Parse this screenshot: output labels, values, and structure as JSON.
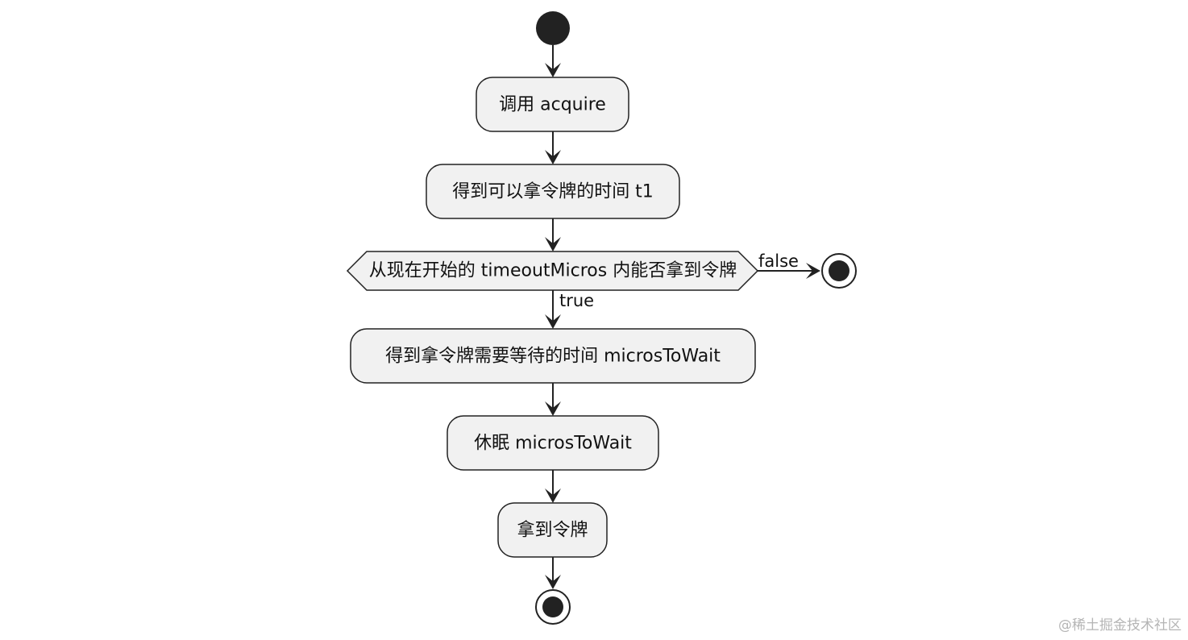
{
  "diagram": {
    "nodes": {
      "start": {
        "kind": "start"
      },
      "call_acquire": {
        "kind": "action",
        "label": "调用 acquire"
      },
      "get_time_t1": {
        "kind": "action",
        "label": "得到可以拿令牌的时间 t1"
      },
      "decision": {
        "kind": "decision",
        "label": "从现在开始的 timeoutMicros 内能否拿到令牌"
      },
      "get_wait": {
        "kind": "action",
        "label": "得到拿令牌需要等待的时间 microsToWait"
      },
      "sleep": {
        "kind": "action",
        "label": "休眠 microsToWait"
      },
      "got_token": {
        "kind": "action",
        "label": "拿到令牌"
      },
      "end_false": {
        "kind": "end"
      },
      "end": {
        "kind": "end"
      }
    },
    "edges": [
      {
        "from": "start",
        "to": "call_acquire"
      },
      {
        "from": "call_acquire",
        "to": "get_time_t1"
      },
      {
        "from": "get_time_t1",
        "to": "decision"
      },
      {
        "from": "decision",
        "to": "end_false",
        "label": "false"
      },
      {
        "from": "decision",
        "to": "get_wait",
        "label": "true"
      },
      {
        "from": "get_wait",
        "to": "sleep"
      },
      {
        "from": "sleep",
        "to": "got_token"
      },
      {
        "from": "got_token",
        "to": "end"
      }
    ],
    "colors": {
      "node_fill": "#f1f1f1",
      "stroke": "#222222",
      "start_fill": "#222222"
    }
  },
  "watermark": "@稀土掘金技术社区"
}
